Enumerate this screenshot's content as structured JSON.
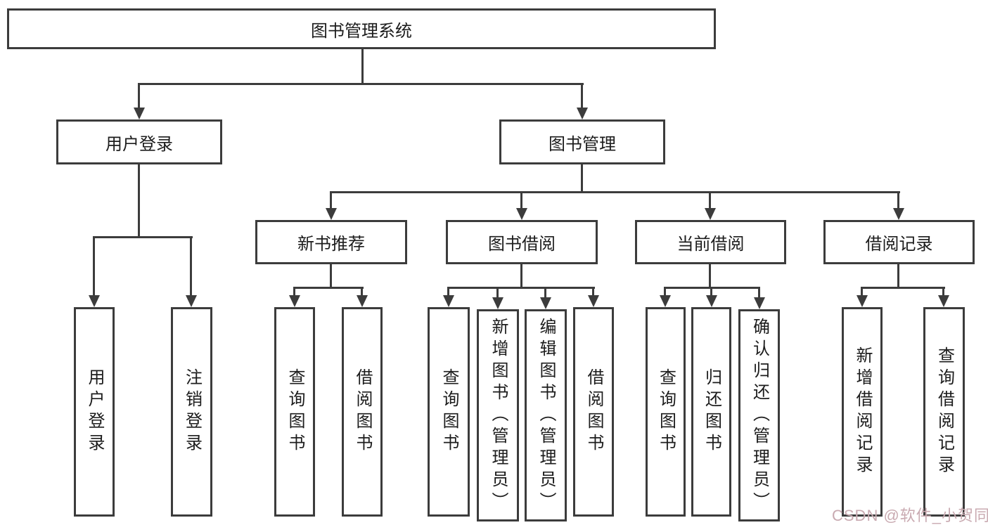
{
  "diagram": {
    "type": "hierarchy-tree",
    "title": "图书管理系统",
    "colors": {
      "line": "#3c3c3c",
      "box_border": "#3c3c3c",
      "box_background": "#ffffff",
      "text": "#1c1c1c",
      "background": "#ffffff",
      "watermark": "#c9aab1"
    },
    "nodes": {
      "root": "图书管理系统",
      "user_login": "用户登录",
      "book_mgmt": "图书管理",
      "new_book_rec": "新书推荐",
      "book_borrow": "图书借阅",
      "current_borrow": "当前借阅",
      "borrow_record": "借阅记录",
      "user_login_leaf": "用户登录",
      "logout_leaf": "注销登录",
      "rec_query_book": "查询图书",
      "rec_borrow_book": "借阅图书",
      "bb_query_book": "查询图书",
      "bb_add_book": "新增图书（管理员）",
      "bb_edit_book": "编辑图书（管理员）",
      "bb_borrow_book": "借阅图书",
      "cb_query_book": "查询图书",
      "cb_return_book": "归还图书",
      "cb_confirm_return": "确认归还（管理员）",
      "br_add_record": "新增借阅记录",
      "br_query_record": "查询借阅记录"
    },
    "tree": {
      "图书管理系统": {
        "用户登录": [
          "用户登录",
          "注销登录"
        ],
        "图书管理": {
          "新书推荐": [
            "查询图书",
            "借阅图书"
          ],
          "图书借阅": [
            "查询图书",
            "新增图书（管理员）",
            "编辑图书（管理员）",
            "借阅图书"
          ],
          "当前借阅": [
            "查询图书",
            "归还图书",
            "确认归还（管理员）"
          ],
          "借阅记录": [
            "新增借阅记录",
            "查询借阅记录"
          ]
        }
      }
    }
  },
  "watermark": {
    "text": "CSDN @软件_小贺同学"
  }
}
